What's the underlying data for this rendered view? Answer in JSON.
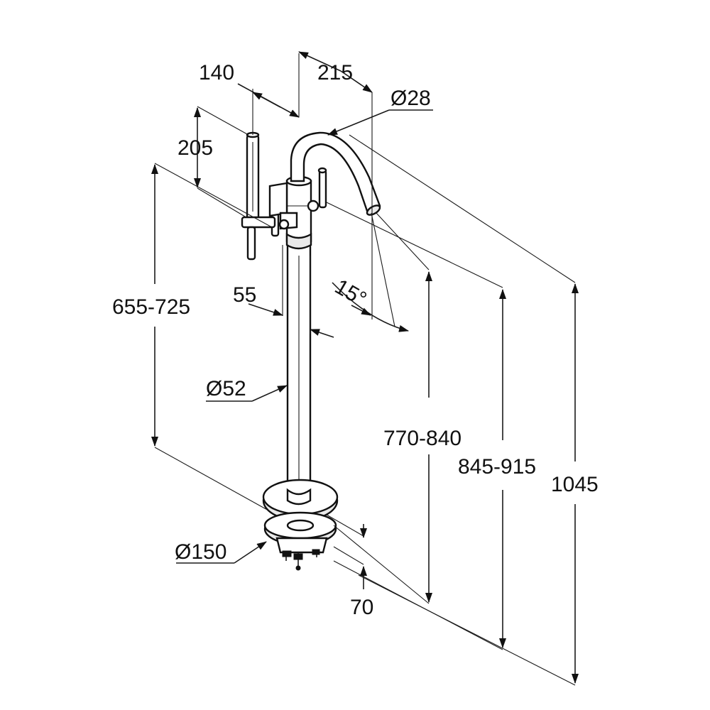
{
  "diagram": {
    "dimensions": {
      "handshower_offset": "140",
      "spout_reach": "215",
      "spout_diameter": "Ø28",
      "handshower_height": "205",
      "handle_height_range": "655-725",
      "swivel_angle": "15°",
      "riser_offset": "55",
      "riser_diameter": "Ø52",
      "outlet_height_range": "770-840",
      "spout_height_range": "845-915",
      "total_height": "1045",
      "base_diameter": "Ø150",
      "floor_depth": "70"
    }
  }
}
